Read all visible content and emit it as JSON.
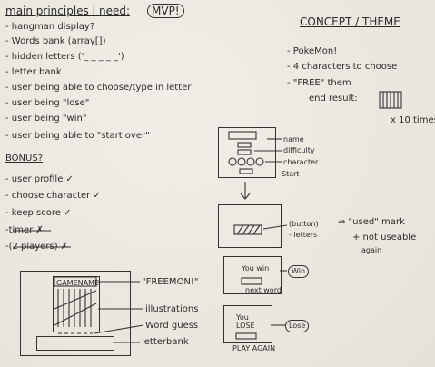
{
  "left_column": {
    "heading": "main principles I need:",
    "mvp_badge": "MVP!",
    "items": [
      "- hangman display?",
      "- Words bank (array[])",
      "- hidden letters ('_ _ _ _ _')",
      "- letter bank",
      "- user being able to choose/type in letter",
      "- user being \"lose\"",
      "- user being \"win\"",
      "- user being able to \"start over\""
    ],
    "bonus_heading": "BONUS?",
    "bonus_items": [
      "- user profile ✓",
      "- choose character ✓",
      "- keep score ✓",
      "-timer ✗",
      "-(2 players) ✗"
    ]
  },
  "concept": {
    "heading": "CONCEPT / THEME",
    "lines": [
      "- PokeMon!",
      "- 4 characters to choose",
      "- \"FREE\" them"
    ],
    "end_result_label": "end result:",
    "times_label": "x 10 times"
  },
  "screen_flow": {
    "start_labels": [
      "name",
      "difficulty",
      "character",
      "Start"
    ],
    "game_labels": [
      "(button)",
      "- letters"
    ],
    "used_mark_note": "⇒ \"used\" mark",
    "not_useable_note": "+ not useable",
    "again_note": "again",
    "win_screen": {
      "title": "You win",
      "button": "next word",
      "tag": "Win"
    },
    "lose_screen": {
      "title": "You LOSE",
      "button": "PLAY AGAIN",
      "tag": "Lose"
    }
  },
  "main_wireframe": {
    "game_name": "GAMENAME",
    "labels": [
      "\"FREEMON!\"",
      "illustrations",
      "Word guess",
      "letterbank"
    ]
  }
}
